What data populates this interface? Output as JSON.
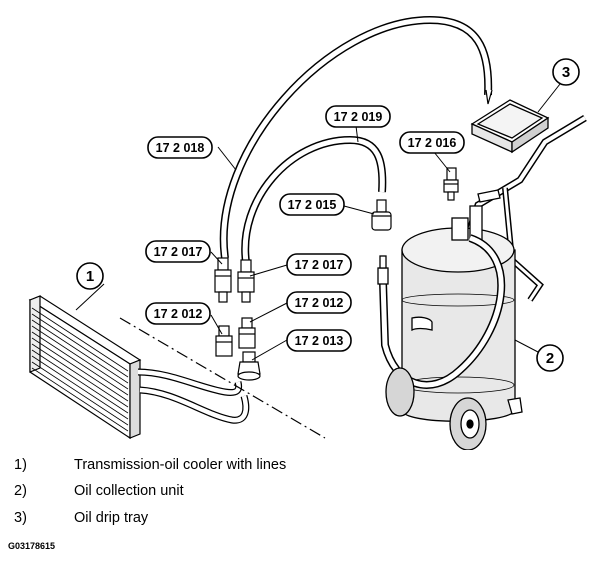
{
  "callouts": {
    "c172018": "17 2 018",
    "c172019": "17 2 019",
    "c172016": "17 2 016",
    "c172015": "17 2 015",
    "c172017a": "17 2 017",
    "c172017b": "17 2 017",
    "c172012a": "17 2 012",
    "c172012b": "17 2 012",
    "c172013": "17 2 013"
  },
  "numbers": {
    "n1": "1",
    "n2": "2",
    "n3": "3"
  },
  "legend": [
    {
      "num": "1)",
      "text": "Transmission-oil cooler with lines"
    },
    {
      "num": "2)",
      "text": "Oil collection unit"
    },
    {
      "num": "3)",
      "text": "Oil drip tray"
    }
  ],
  "figure_id": "G03178615"
}
